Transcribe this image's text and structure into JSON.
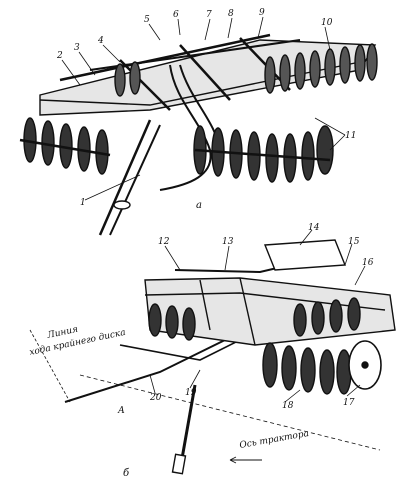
{
  "figure_a": {
    "panel_label": "а",
    "callouts": [
      "1",
      "2",
      "3",
      "4",
      "5",
      "6",
      "7",
      "8",
      "9",
      "10",
      "11"
    ]
  },
  "figure_b": {
    "panel_label": "б",
    "callouts": [
      "12",
      "13",
      "14",
      "15",
      "16",
      "17",
      "18",
      "19",
      "20"
    ],
    "disk_path_label_line1": "Линия",
    "disk_path_label_line2": "хода крайнего диска",
    "tractor_axis_label": "Ось трактора",
    "point_label": "А"
  }
}
